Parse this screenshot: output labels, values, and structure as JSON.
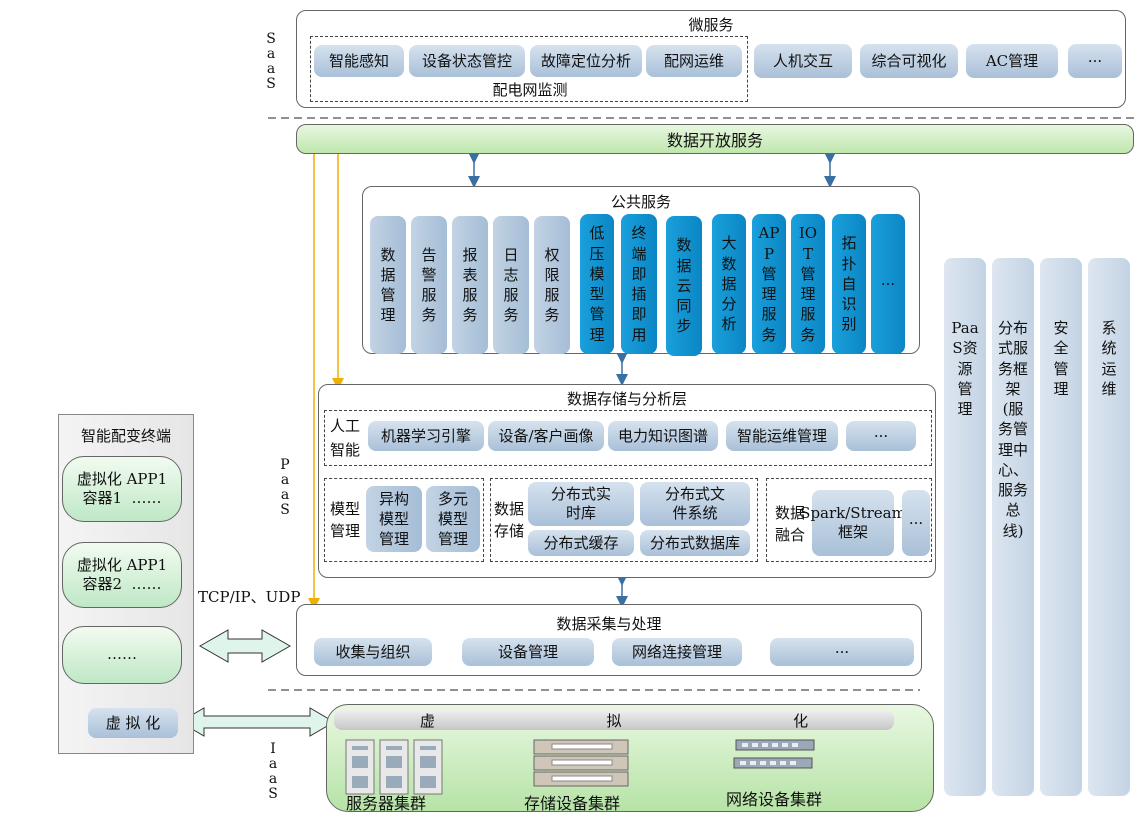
{
  "layers": {
    "saas": "SaaS",
    "paas": "PaaS",
    "iaas": "IaaS"
  },
  "micro": {
    "title": "微服务",
    "group_label": "配电网监测",
    "group_items": [
      "智能感知",
      "设备状态管控",
      "故障定位分析",
      "配网运维"
    ],
    "other_items": [
      "人机交互",
      "综合可视化",
      "AC管理",
      "···"
    ]
  },
  "open_service": "数据开放服务",
  "public": {
    "title": "公共服务",
    "items": [
      {
        "label": "数据管理",
        "style": "light"
      },
      {
        "label": "告警服务",
        "style": "light"
      },
      {
        "label": "报表服务",
        "style": "light"
      },
      {
        "label": "日志服务",
        "style": "light"
      },
      {
        "label": "权限服务",
        "style": "light"
      },
      {
        "label": "低压模型管理",
        "style": "blue"
      },
      {
        "label": "终端即插即用",
        "style": "blue"
      },
      {
        "label": "数据云同步",
        "style": "blue"
      },
      {
        "label": "大数据分析",
        "style": "blue"
      },
      {
        "label": "APP管理服务",
        "style": "blue"
      },
      {
        "label": "IOT管理服务",
        "style": "blue"
      },
      {
        "label": "拓扑自识别",
        "style": "blue"
      },
      {
        "label": "···",
        "style": "blue"
      }
    ]
  },
  "storage": {
    "title": "数据存储与分析层",
    "ai_label": "人工智能",
    "ai_items": [
      "机器学习引擎",
      "设备/客户画像",
      "电力知识图谱",
      "智能运维管理",
      "···"
    ],
    "model_label": "模型管理",
    "model_items": [
      "异构模型管理",
      "多元模型管理"
    ],
    "store_label": "数据存储",
    "store_items": [
      "分布式实时库",
      "分布式文件系统",
      "分布式缓存",
      "分布式数据库"
    ],
    "fusion_label": "数据融合",
    "fusion_item": "Spark/Stream框架",
    "fusion_more": "···"
  },
  "collect": {
    "title": "数据采集与处理",
    "items": [
      "收集与组织",
      "设备管理",
      "网络连接管理",
      "···"
    ]
  },
  "terminal": {
    "title": "智能配变终端",
    "c1": "虚拟化 APP1\n容器1  ……",
    "c2": "虚拟化 APP1\n容器2  ……",
    "c3": "……",
    "virt": "虚 拟 化"
  },
  "tcp": "TCP/IP、UDP",
  "iaas_bar": [
    "虚",
    "拟",
    "化"
  ],
  "iaas_items": [
    "服务器集群",
    "存储设备集群",
    "网络设备集群"
  ],
  "side": [
    "PaaS资源管理",
    "分布式服务框架(服务管理中心、服务总线)",
    "安全管理",
    "系统运维"
  ]
}
